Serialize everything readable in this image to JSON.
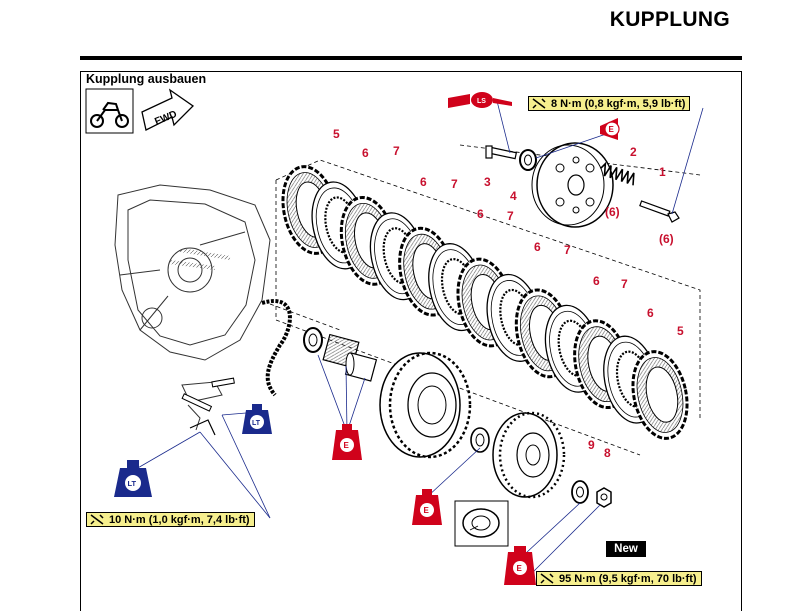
{
  "header": {
    "title": "KUPPLUNG"
  },
  "section": {
    "title": "Kupplung ausbauen"
  },
  "icons": {
    "bike": "motorcycle-icon",
    "fwd_label": "FWD"
  },
  "torque_specs": {
    "top": "8 N·m (0,8 kgf·m, 5,9 lb·ft)",
    "left": "10 N·m (1,0 kgf·m, 7,4 lb·ft)",
    "bottom": "95 N·m (9,5 kgf·m, 70 lb·ft)"
  },
  "badges": {
    "new": "New"
  },
  "callouts": {
    "c1": "1",
    "c2": "2",
    "c3": "3",
    "c4": "4",
    "c5_left": "5",
    "c5_right": "5",
    "c6a": "6",
    "c6b": "6",
    "c6c": "6",
    "c6d": "6",
    "c6e": "6",
    "c6f": "6",
    "c7a": "7",
    "c7b": "7",
    "c7c": "7",
    "c7d": "7",
    "c7e": "7",
    "c8": "8",
    "c9": "9",
    "c6_paren_a": "(6)",
    "c6_paren_b": "(6)"
  },
  "markers": {
    "ls": "LS",
    "lt": "LT",
    "e": "E",
    "colors": {
      "ls": "#d0021b",
      "e": "#d0021b",
      "lt": "#1a2a8c"
    }
  }
}
